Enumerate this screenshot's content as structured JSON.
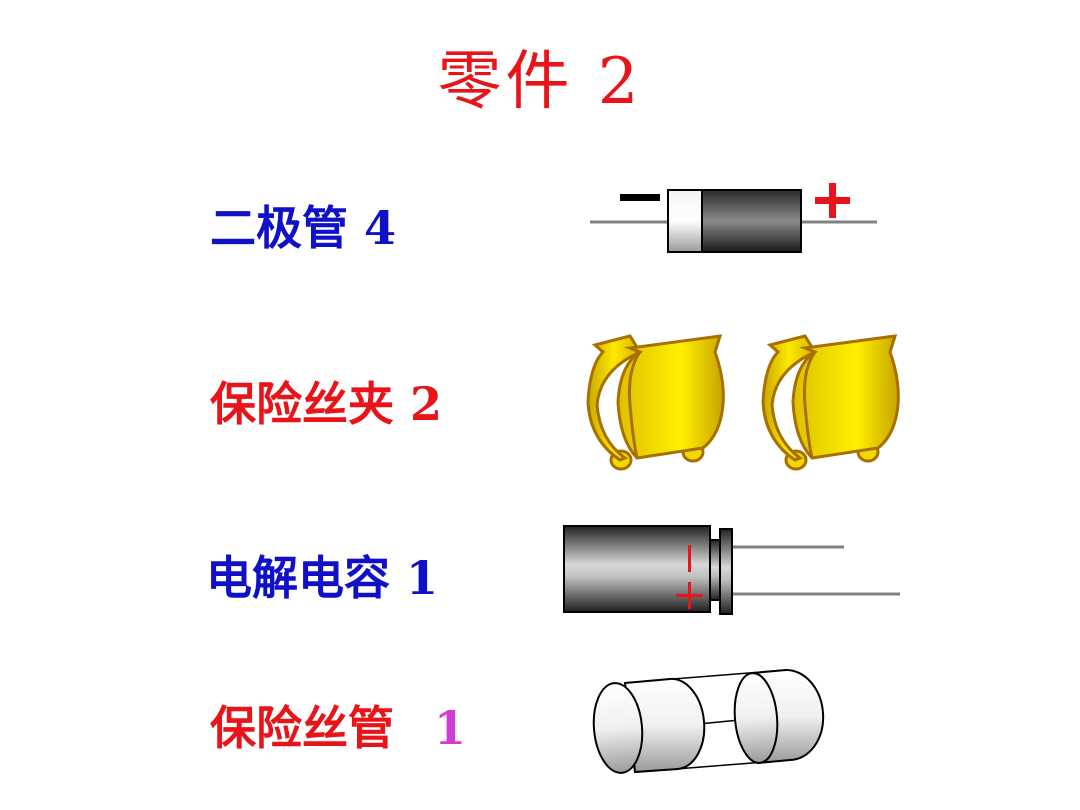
{
  "title": "零件 2",
  "items": [
    {
      "name": "二极管",
      "qty": "4",
      "name_color": "#1010c8",
      "qty_color": "#1010c8"
    },
    {
      "name": "保险丝夹",
      "qty": "2",
      "name_color": "#e8141a",
      "qty_color": "#e8141a"
    },
    {
      "name": "电解电容",
      "qty": "1",
      "name_color": "#1010c8",
      "qty_color": "#1010c8"
    },
    {
      "name": "保险丝管",
      "qty": "1",
      "name_color": "#e8141a",
      "qty_color": "#d43ad4"
    }
  ],
  "diode": {
    "minus": "−",
    "plus": "+"
  },
  "capacitor": {
    "minus": "−",
    "plus": "+"
  }
}
